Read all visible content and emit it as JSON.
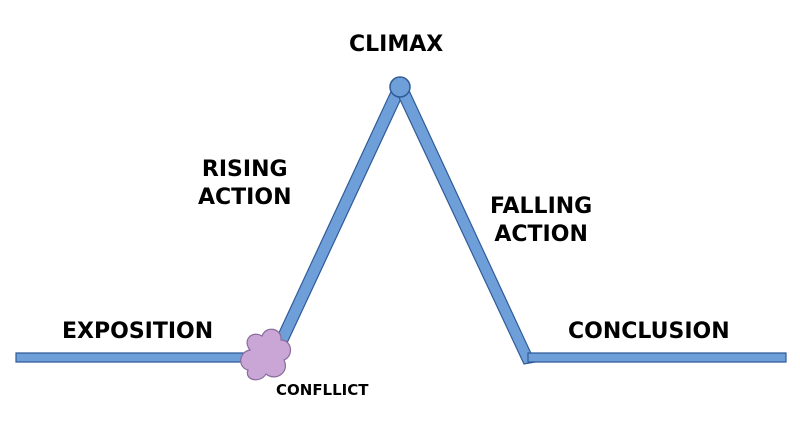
{
  "labels": {
    "climax": "CLIMAX",
    "rising_line1": "RISING",
    "rising_line2": "ACTION",
    "falling_line1": "FALLING",
    "falling_line2": "ACTION",
    "exposition": "EXPOSITION",
    "conclusion": "CONCLUSION",
    "conflict": "CONFLLICT"
  },
  "colors": {
    "line_fill": "#6f9fd8",
    "line_stroke": "#2f5b99",
    "conflict_fill": "#c9a6d6",
    "conflict_stroke": "#8a6b9c"
  }
}
